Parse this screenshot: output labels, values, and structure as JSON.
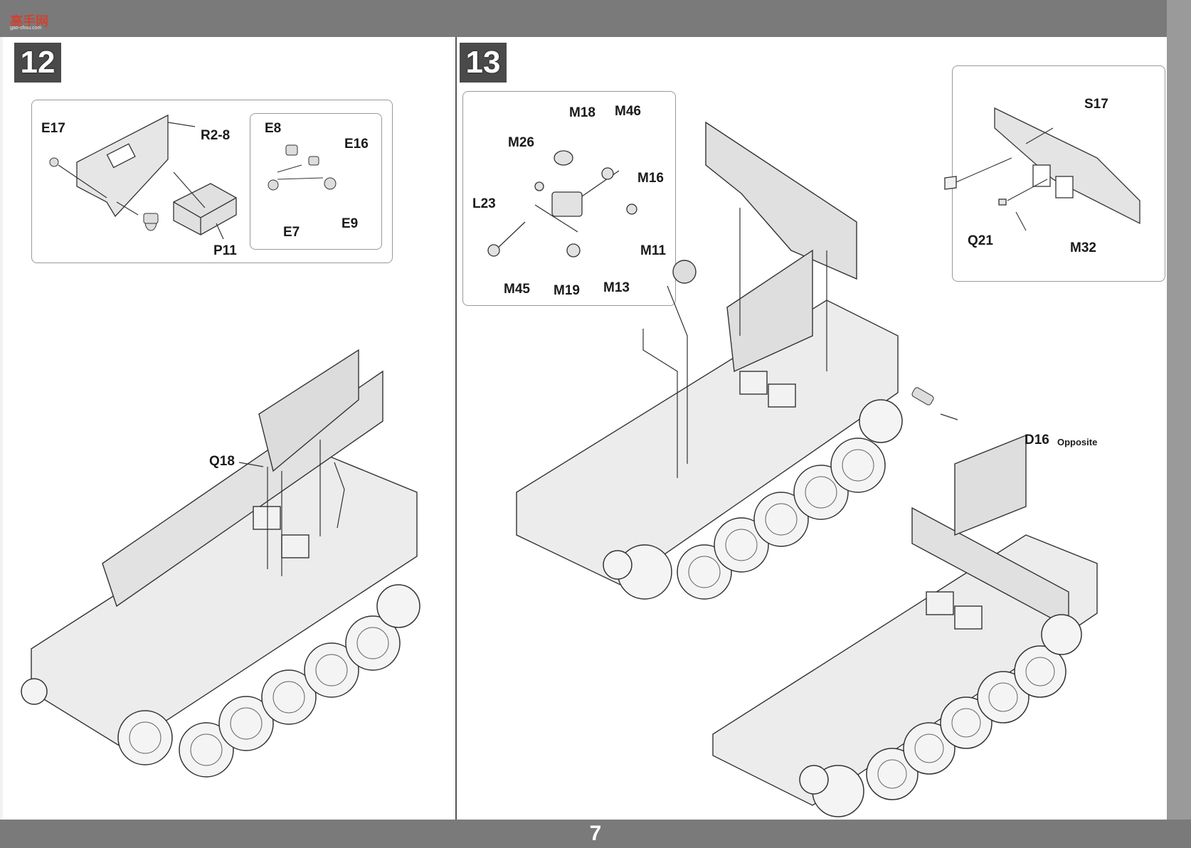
{
  "page": {
    "number": "7"
  },
  "watermark": {
    "mark": "高手网",
    "sub": "gao-shou.com"
  },
  "steps": [
    {
      "number": "12",
      "detail_labels": [
        "E17",
        "R2-8",
        "P11"
      ],
      "subdetail_labels": [
        "E8",
        "E16",
        "E7",
        "E9"
      ],
      "main_labels": [
        "Q18"
      ]
    },
    {
      "number": "13",
      "detail_labels": [
        "M18",
        "M46",
        "M26",
        "M16",
        "L23",
        "M11",
        "M45",
        "M19",
        "M13"
      ],
      "inset_labels": [
        "S17",
        "Q21",
        "M32"
      ],
      "main_labels": [
        "D16"
      ],
      "main_note": "Opposite"
    }
  ],
  "colors": {
    "band": "#7a7a7a",
    "badge": "#4a4a4a",
    "line": "#333333",
    "part_fill": "#e6e6e6"
  }
}
